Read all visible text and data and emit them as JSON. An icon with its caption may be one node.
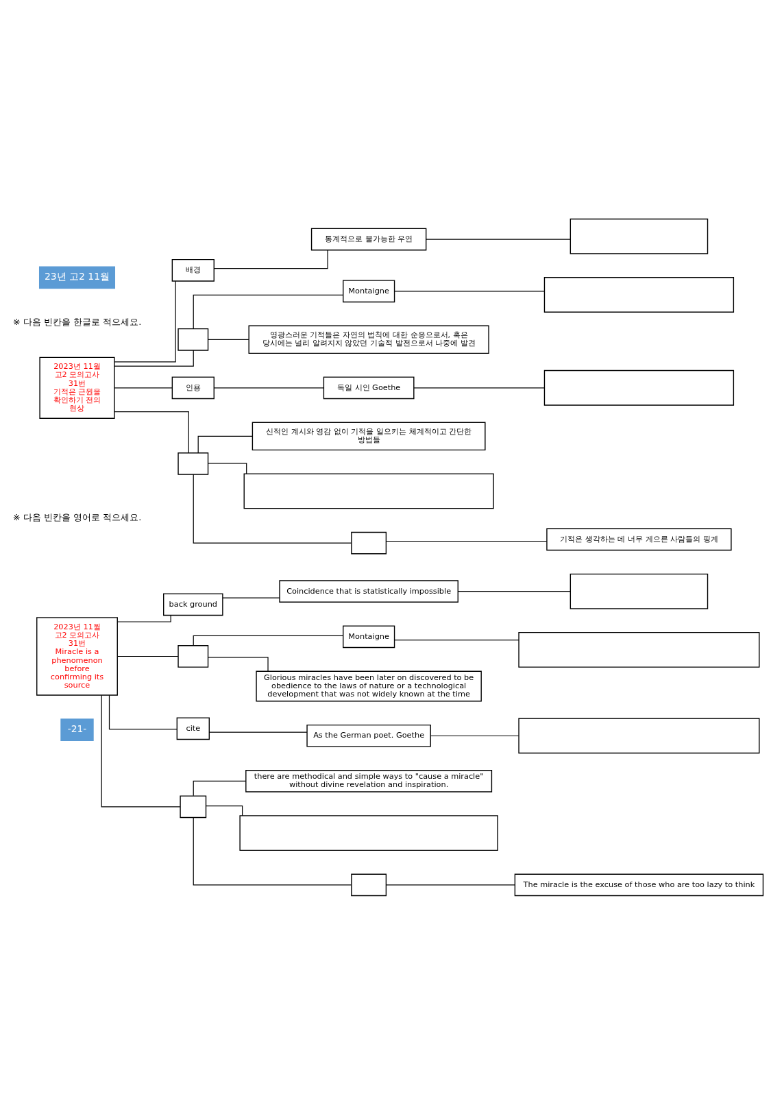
{
  "diagram": {
    "nodes": [
      {
        "text": [
          "2023년 11월 고2 모의고사 31번",
          "기적은 근원을 확인하기 전의 현상"
        ]
      },
      {
        "text": [
          "배경"
        ]
      },
      {
        "text": [
          "통계적으로 불가능한 우연"
        ]
      },
      {
        "text": [],
        "shape": "box"
      },
      {
        "text": [],
        "shape": "box"
      },
      {
        "text": [
          "Montaigne"
        ]
      },
      {
        "text": [],
        "shape": "box"
      },
      {
        "text": [
          "영광스러운 기적들은 자연의 법칙에 대한 순응으로서, 혹은 당시에는 널리 알려지지 않았던 기술적 발전으로서 나중에 발견"
        ]
      },
      {
        "text": [
          "인용"
        ]
      },
      {
        "text": [
          "독일 시인 Goethe"
        ]
      },
      {
        "text": [],
        "shape": "box"
      },
      {
        "text": [],
        "shape": "box"
      },
      {
        "text": [
          "신적인 계시와 영감 없이 기적을 일으키는 체계적이고 간단한 방법들"
        ]
      },
      {
        "text": [],
        "shape": "box"
      },
      {
        "text": [],
        "shape": "box"
      },
      {
        "text": [
          "기적은 생각하는 데 너무 게으른 사람들의 핑계"
        ]
      },
      {
        "text": [
          "2023년 11월 고2 모의고사 31번",
          "Miracle is a phenomenon before confirming its source"
        ]
      },
      {
        "text": [
          "back ground"
        ]
      },
      {
        "text": [
          "Coincidence that is statistically impossible"
        ]
      },
      {
        "text": [],
        "shape": "box"
      },
      {
        "text": [],
        "shape": "box"
      },
      {
        "text": [
          "Montaigne"
        ]
      },
      {
        "text": [],
        "shape": "box"
      },
      {
        "text": [
          "Glorious miracles have been later on discovered to be obedience to the laws of nature or a technological development that was not widely known at the time"
        ]
      },
      {
        "text": [
          "cite"
        ]
      },
      {
        "text": [
          "As the German poet. Goethe"
        ]
      },
      {
        "text": [],
        "shape": "box"
      },
      {
        "text": [],
        "shape": "box"
      },
      {
        "text": [
          "there are methodical and simple ways to \"cause a miracle\" without divine revelation and inspiration."
        ]
      },
      {
        "text": [],
        "shape": "box"
      },
      {
        "text": [],
        "shape": "box"
      },
      {
        "text": [
          "The miracle is the excuse of those who are too lazy to think"
        ]
      }
    ],
    "edges": [
      {
        "from": 0,
        "to": 1,
        "arrow": "none"
      },
      {
        "from": 1,
        "to": 2,
        "arrow": "none"
      },
      {
        "from": 2,
        "to": 3,
        "arrow": "none"
      },
      {
        "from": 0,
        "to": 4,
        "arrow": "none"
      },
      {
        "from": 4,
        "to": 5,
        "arrow": "none"
      },
      {
        "from": 5,
        "to": 6,
        "arrow": "none"
      },
      {
        "from": 4,
        "to": 7,
        "arrow": "none"
      },
      {
        "from": 0,
        "to": 8,
        "arrow": "none"
      },
      {
        "from": 8,
        "to": 9,
        "arrow": "none"
      },
      {
        "from": 9,
        "to": 10,
        "arrow": "none"
      },
      {
        "from": 0,
        "to": 11,
        "arrow": "none"
      },
      {
        "from": 11,
        "to": 12,
        "arrow": "none"
      },
      {
        "from": 11,
        "to": 13,
        "arrow": "none"
      },
      {
        "from": 11,
        "to": 14,
        "arrow": "none"
      },
      {
        "from": 14,
        "to": 15,
        "arrow": "none"
      },
      {
        "from": 16,
        "to": 17,
        "arrow": "none"
      },
      {
        "from": 17,
        "to": 18,
        "arrow": "none"
      },
      {
        "from": 18,
        "to": 19,
        "arrow": "none"
      },
      {
        "from": 16,
        "to": 20,
        "arrow": "none"
      },
      {
        "from": 20,
        "to": 21,
        "arrow": "none"
      },
      {
        "from": 21,
        "to": 22,
        "arrow": "none"
      },
      {
        "from": 20,
        "to": 23,
        "arrow": "none"
      },
      {
        "from": 16,
        "to": 24,
        "arrow": "none"
      },
      {
        "from": 24,
        "to": 25,
        "arrow": "none"
      },
      {
        "from": 25,
        "to": 26,
        "arrow": "none"
      },
      {
        "from": 16,
        "to": 27,
        "arrow": "none"
      },
      {
        "from": 27,
        "to": 28,
        "arrow": "none"
      },
      {
        "from": 27,
        "to": 29,
        "arrow": "none"
      },
      {
        "from": 27,
        "to": 30,
        "arrow": "none"
      },
      {
        "from": 30,
        "to": 31,
        "arrow": "none"
      }
    ],
    "labels": [
      "23년 고2 11월",
      "※ 다음 빈칸을 한글로 적으세요.",
      "※ 다음 빈칸을 영어로 적으세요.",
      "-21-"
    ]
  }
}
